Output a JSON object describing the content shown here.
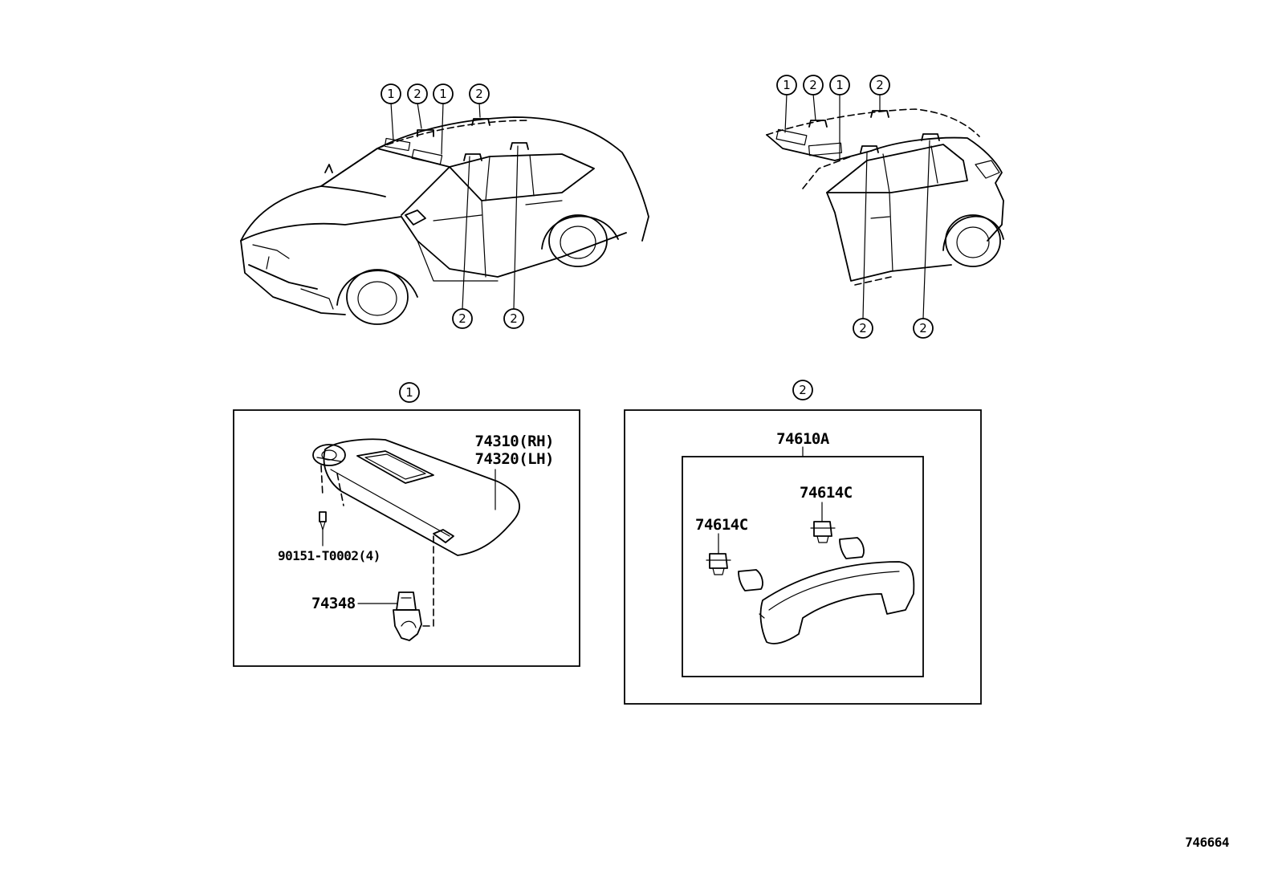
{
  "callouts": {
    "one": "1",
    "two": "2"
  },
  "parts": {
    "visor_rh": "74310(RH)",
    "visor_lh": "74320(LH)",
    "screw": "90151-T0002(4)",
    "visor_holder": "74348",
    "assist_grip": "74610A",
    "grip_clip_left": "74614C",
    "grip_clip_right": "74614C"
  },
  "illustration_id": "746664",
  "colors": {
    "line": "#000000",
    "background": "#ffffff"
  }
}
